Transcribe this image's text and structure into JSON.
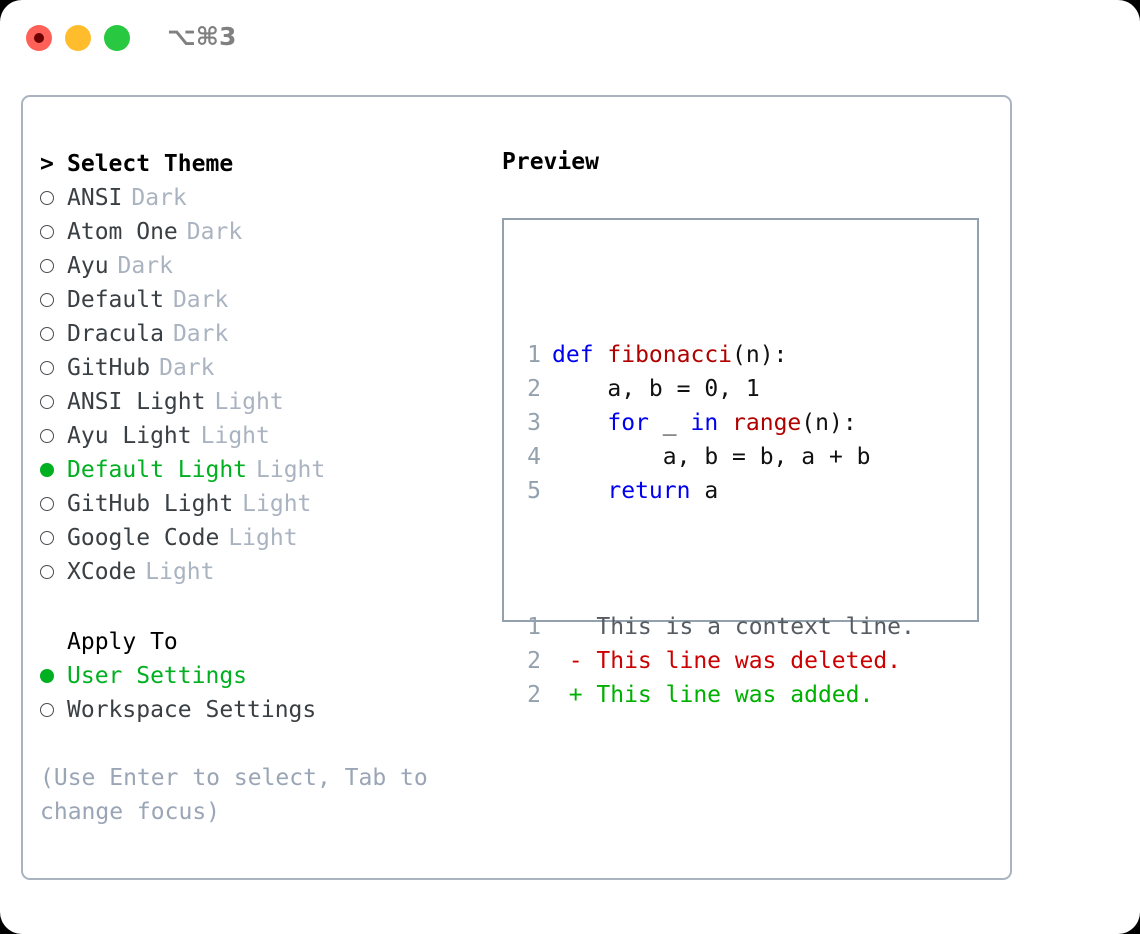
{
  "window": {
    "shortcut": "⌥⌘3",
    "traffic_lights": [
      {
        "name": "close",
        "color": "#ff6058"
      },
      {
        "name": "minimize",
        "color": "#ffbd2e"
      },
      {
        "name": "maximize",
        "color": "#28c840"
      }
    ]
  },
  "colors": {
    "selected_green": "#00b020",
    "muted_gray": "#aab3c0",
    "hint_gray": "#9aa5b5",
    "panel_border": "#aab3c0",
    "preview_border": "#93a0ae",
    "keyword_blue": "#0000ee",
    "function_red": "#b00000",
    "diff_add": "#00b000",
    "diff_del": "#cc0000",
    "line_number": "#93a0ae"
  },
  "theme_list": {
    "header_marker": ">",
    "header_label": "Select Theme",
    "items": [
      {
        "marker": "ring",
        "label": "ANSI",
        "kind": "Dark",
        "selected": false
      },
      {
        "marker": "ring",
        "label": "Atom One",
        "kind": "Dark",
        "selected": false
      },
      {
        "marker": "ring",
        "label": "Ayu",
        "kind": "Dark",
        "selected": false
      },
      {
        "marker": "ring",
        "label": "Default",
        "kind": "Dark",
        "selected": false
      },
      {
        "marker": "ring",
        "label": "Dracula",
        "kind": "Dark",
        "selected": false
      },
      {
        "marker": "ring",
        "label": "GitHub",
        "kind": "Dark",
        "selected": false
      },
      {
        "marker": "ring",
        "label": "ANSI Light",
        "kind": "Light",
        "selected": false
      },
      {
        "marker": "ring",
        "label": "Ayu Light",
        "kind": "Light",
        "selected": false
      },
      {
        "marker": "dot",
        "label": "Default Light",
        "kind": "Light",
        "selected": true
      },
      {
        "marker": "ring",
        "label": "GitHub Light",
        "kind": "Light",
        "selected": false
      },
      {
        "marker": "ring",
        "label": "Google Code",
        "kind": "Light",
        "selected": false
      },
      {
        "marker": "ring",
        "label": "XCode",
        "kind": "Light",
        "selected": false
      }
    ]
  },
  "apply_to": {
    "title": "Apply To",
    "items": [
      {
        "marker": "dot",
        "label": "User Settings",
        "kind": "",
        "selected": true
      },
      {
        "marker": "ring",
        "label": "Workspace Settings",
        "kind": "",
        "selected": false
      }
    ]
  },
  "hint": "(Use Enter to select, Tab to change focus)",
  "preview": {
    "title": "Preview",
    "code_lines": [
      {
        "n": "1",
        "segments": [
          {
            "t": "def ",
            "c": "kw"
          },
          {
            "t": "fibonacci",
            "c": "fn"
          },
          {
            "t": "(n):",
            "c": "pl"
          }
        ]
      },
      {
        "n": "2",
        "segments": [
          {
            "t": "    a, b = 0, 1",
            "c": "pl"
          }
        ]
      },
      {
        "n": "3",
        "segments": [
          {
            "t": "    ",
            "c": "pl"
          },
          {
            "t": "for",
            "c": "kw"
          },
          {
            "t": " _ ",
            "c": "pl"
          },
          {
            "t": "in",
            "c": "kw"
          },
          {
            "t": " ",
            "c": "pl"
          },
          {
            "t": "range",
            "c": "fn"
          },
          {
            "t": "(n):",
            "c": "pl"
          }
        ]
      },
      {
        "n": "4",
        "segments": [
          {
            "t": "        a, b = b, a + b",
            "c": "pl"
          }
        ]
      },
      {
        "n": "5",
        "segments": [
          {
            "t": "    ",
            "c": "pl"
          },
          {
            "t": "return",
            "c": "kw"
          },
          {
            "t": " a",
            "c": "pl"
          }
        ]
      }
    ],
    "diff_lines": [
      {
        "n": "1",
        "sign": " ",
        "text": "This is a context line.",
        "type": "ctx"
      },
      {
        "n": "2",
        "sign": "-",
        "text": "This line was deleted.",
        "type": "del"
      },
      {
        "n": "2",
        "sign": "+",
        "text": "This line was added.",
        "type": "add"
      }
    ]
  }
}
